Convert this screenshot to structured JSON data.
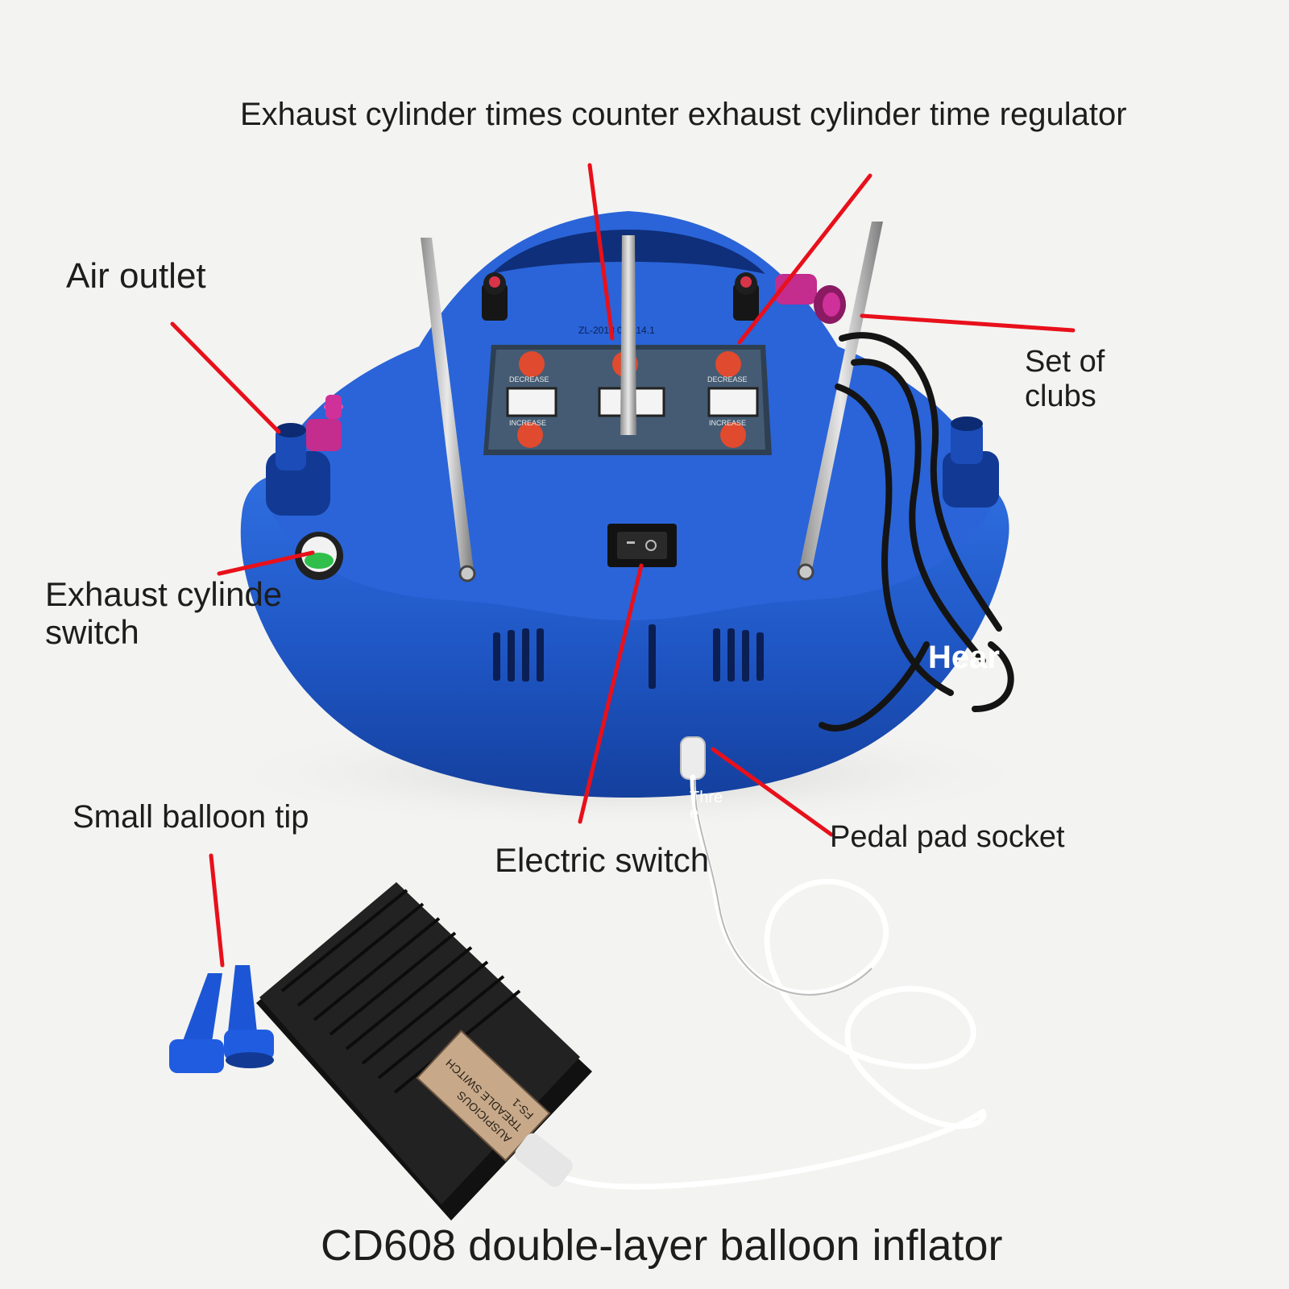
{
  "labels": {
    "top_heading": "Exhaust cylinder times counter exhaust cylinder time regulator",
    "air_outlet": "Air outlet",
    "set_of_clubs": "Set of\nclubs",
    "exhaust_switch": "Exhaust cylinde\nswitch",
    "head": "Hear",
    "small_tip": "Small balloon tip",
    "electric_switch": "Electric switch",
    "pedal_socket": "Pedal pad socket",
    "bottom_title": "CD608 double-layer balloon inflator",
    "tiny_tag": "Thre\ne"
  },
  "panel": {
    "decrease": "DECREASE",
    "increase": "INCREASE",
    "model": "ZL-2013 0 8314.1"
  },
  "pedal": {
    "plate_line1": "AUSPICIOUS",
    "plate_line2": "TREADLE SWITCH",
    "plate_line3": "FS-1"
  },
  "colors": {
    "body_blue": "#1f56c4",
    "dark_blue": "#123a94",
    "pointer_red": "#e8101b",
    "pink_nozzle": "#d0309a",
    "switch_green": "#2fbf4a",
    "pedal_black": "#1b1b1b"
  }
}
